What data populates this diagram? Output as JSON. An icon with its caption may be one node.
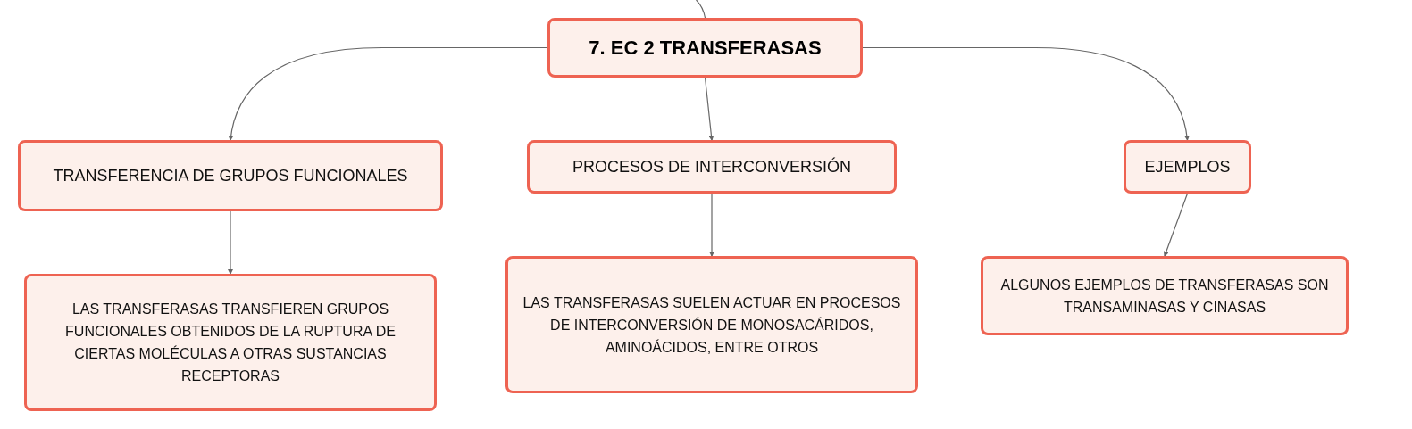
{
  "diagram": {
    "nodes": [
      {
        "text": [
          "7. EC 2 TRANSFERASAS"
        ]
      },
      {
        "text": [
          "TRANSFERENCIA DE GRUPOS FUNCIONALES"
        ]
      },
      {
        "text": [
          "PROCESOS DE INTERCONVERSIÓN"
        ]
      },
      {
        "text": [
          "EJEMPLOS"
        ]
      },
      {
        "text": [
          "LAS TRANSFERASAS TRANSFIEREN GRUPOS FUNCIONALES OBTENIDOS DE LA RUPTURA DE CIERTAS MOLÉCULAS A OTRAS SUSTANCIAS RECEPTORAS"
        ]
      },
      {
        "text": [
          "LAS TRANSFERASAS SUELEN ACTUAR EN PROCESOS DE INTERCONVERSIÓN DE MONOSACÁRIDOS, AMINOÁCIDOS, ENTRE OTROS"
        ]
      },
      {
        "text": [
          "ALGUNOS EJEMPLOS DE TRANSFERASAS SON TRANSAMINASAS Y CINASAS"
        ]
      }
    ],
    "edges": [
      {
        "from": null,
        "to": 0,
        "arrow": "none"
      },
      {
        "from": 0,
        "to": 1,
        "arrow": "to"
      },
      {
        "from": 0,
        "to": 2,
        "arrow": "to"
      },
      {
        "from": 0,
        "to": 3,
        "arrow": "to"
      },
      {
        "from": 1,
        "to": 4,
        "arrow": "to"
      },
      {
        "from": 2,
        "to": 5,
        "arrow": "to"
      },
      {
        "from": 3,
        "to": 6,
        "arrow": "to"
      }
    ]
  }
}
